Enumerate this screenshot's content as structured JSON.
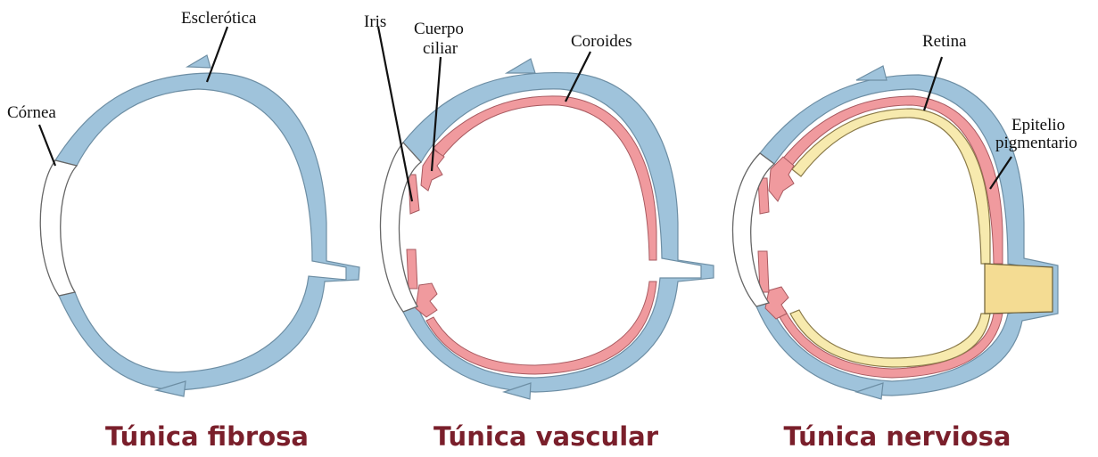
{
  "panels": [
    {
      "caption": "Túnica fibrosa",
      "labels": {
        "sclera": "Esclerótica",
        "cornea": "Córnea"
      }
    },
    {
      "caption": "Túnica vascular",
      "labels": {
        "iris": "Iris",
        "ciliary_line1": "Cuerpo",
        "ciliary_line2": "ciliar",
        "choroid": "Coroides"
      }
    },
    {
      "caption": "Túnica nerviosa",
      "labels": {
        "retina": "Retina",
        "epithelium_line1": "Epitelio",
        "epithelium_line2": "pigmentario"
      }
    }
  ],
  "colors": {
    "sclera": "#9fc3db",
    "choroid": "#f09a9e",
    "retina": "#f7eaae",
    "caption": "#7a1f2b"
  }
}
